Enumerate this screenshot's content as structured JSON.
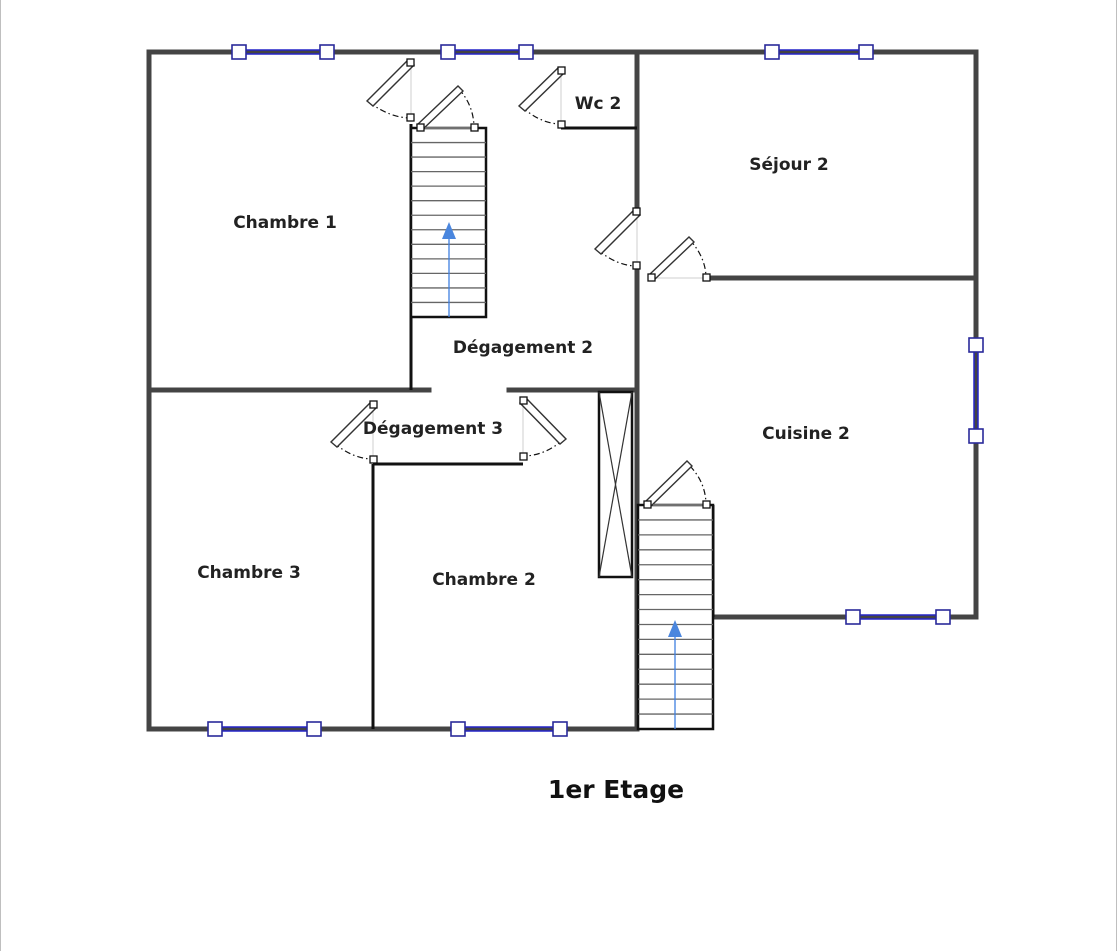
{
  "plan": {
    "floor_title": "1er Etage",
    "rooms": {
      "chambre1": "Chambre 1",
      "wc2": "Wc 2",
      "sejour2": "Séjour 2",
      "degagement2": "Dégagement 2",
      "degagement3": "Dégagement 3",
      "cuisine2": "Cuisine 2",
      "chambre3": "Chambre 3",
      "chambre2": "Chambre 2"
    }
  }
}
